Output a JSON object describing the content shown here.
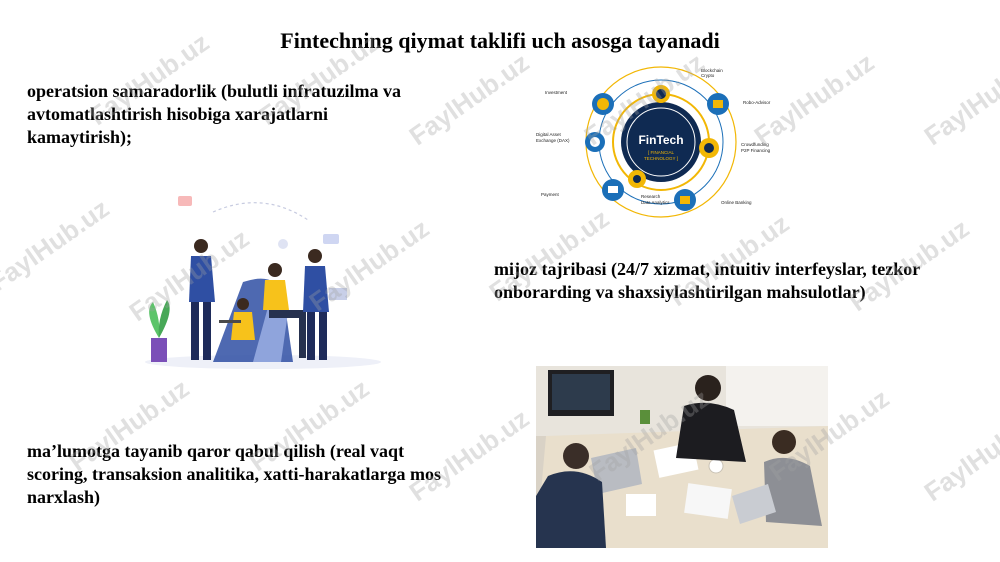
{
  "title": "Fintechning qiymat taklifi uch asosga tayanadi",
  "paragraphs": {
    "p1": "operatsion samaradorlik (bulutli infratuzilma va avtomatlashtirish hisobiga xarajatlarni kamaytirish);",
    "p2": "mijoz tajribasi (24/7 xizmat, intuitiv interfeyslar, tezkor onborarding va shaxsiylashtirilgan mahsulotlar)",
    "p3": "ma’lumotga tayanib qaror qabul qilish (real vaqt scoring, transaksion analitika, xatti-harakatlarga mos narxlash)"
  },
  "fintech_diagram": {
    "center_title": "FinTech",
    "center_subtitle_1": "[ FINANCIAL",
    "center_subtitle_2": "TECHNOLOGY ]",
    "labels": {
      "investment": "Investment",
      "blockchain": "Blockchain",
      "crypto": "Crypto",
      "robo_advisor": "Robo-Advisor",
      "digital_asset_1": "Digital Asset",
      "digital_asset_2": "Exchange (DAX)",
      "crowdfunding": "Crowdfunding",
      "p2p": "P2P Financing",
      "payment": "Payment",
      "research_1": "Research",
      "research_2": "Data Analytics",
      "online_banking": "Online Banking"
    }
  },
  "watermark": "FaylHub.uz",
  "colors": {
    "fintech_navy": "#0f2a52",
    "fintech_ring_blue": "#1b6fb8",
    "fintech_gold": "#f2b705",
    "illustration_blue": "#2f4fa3",
    "illustration_yellow": "#f7c21b"
  }
}
